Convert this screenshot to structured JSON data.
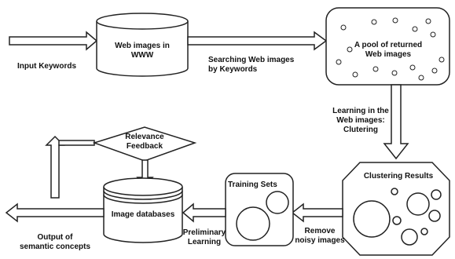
{
  "labels": {
    "input_keywords": "Input Keywords",
    "web_images_line1": "Web images in",
    "web_images_line2": "WWW",
    "searching_line1": "Searching  Web images",
    "searching_line2": "by Keywords",
    "pool_line1": "A pool of returned",
    "pool_line2": "Web images",
    "learning_line1": "Learning in the",
    "learning_line2": "Web images:",
    "learning_line3": "Clutering",
    "clustering_results": "Clustering Results",
    "training_sets": "Training Sets",
    "remove_line1": "Remove",
    "remove_line2": "noisy images",
    "preliminary_line1": "Preliminary",
    "preliminary_line2": "Learning",
    "image_databases": "Image databases",
    "relevance_line1": "Relevance",
    "relevance_line2": "Feedback",
    "output_line1": "Output of",
    "output_line2": "semantic concepts"
  },
  "colors": {
    "stroke": "#222222",
    "fill": "#ffffff"
  }
}
